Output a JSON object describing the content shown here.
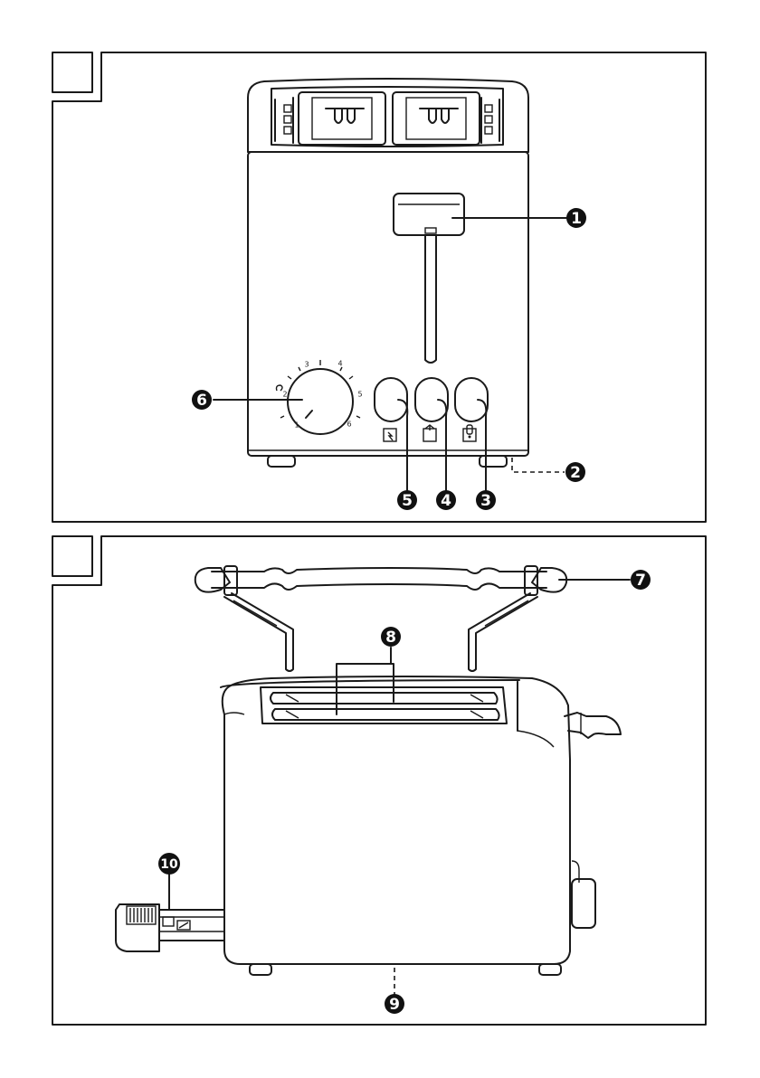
{
  "colors": {
    "ink": "#1a1a1a",
    "badge": "#111111",
    "background": "#ffffff"
  },
  "figure_a": {
    "callouts": [
      "1",
      "2",
      "3",
      "4",
      "5",
      "6"
    ],
    "dial_scale": [
      "1",
      "2",
      "3",
      "4",
      "5",
      "6"
    ],
    "button_icons": [
      "reheat-icon",
      "defrost-icon",
      "cancel-icon"
    ]
  },
  "figure_b": {
    "callouts": [
      "7",
      "8",
      "9",
      "10"
    ]
  }
}
